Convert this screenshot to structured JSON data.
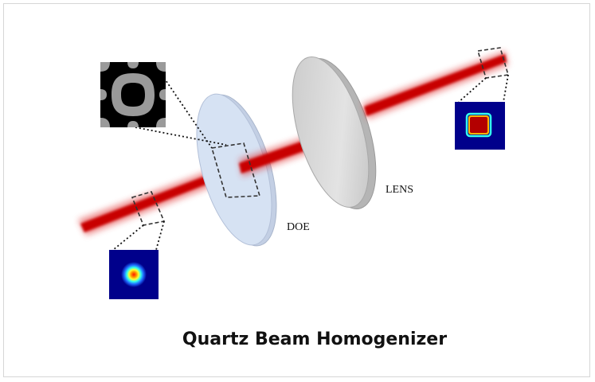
{
  "title": "Quartz Beam Homogenizer",
  "labels": {
    "doe": "DOE",
    "lens": "LENS"
  },
  "colors": {
    "beam": "#c80000",
    "doe_fill": "#d6e2f3",
    "lens_fill": "#d9d9d9",
    "profile_background": "#00008b"
  },
  "insets": {
    "doe_pattern": "phase-pattern-image",
    "input_profile": "gaussian-spot-image",
    "output_profile": "flat-top-square-image"
  }
}
